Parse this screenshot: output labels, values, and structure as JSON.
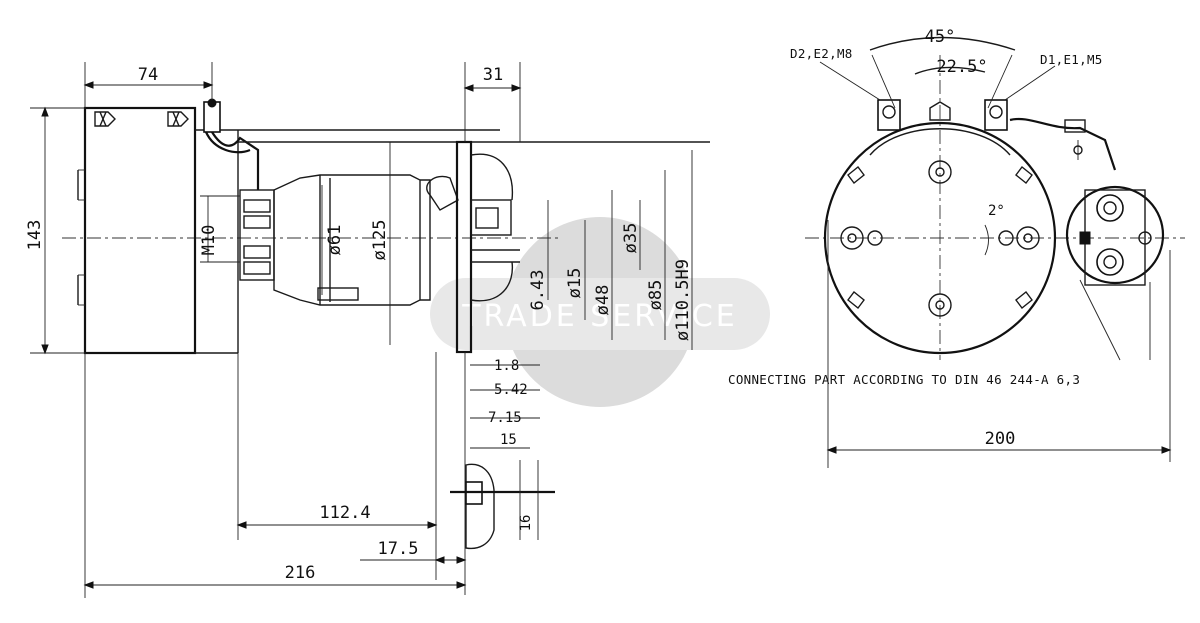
{
  "side_view": {
    "dims": {
      "d74": "74",
      "d31": "31",
      "d143": "143",
      "m10": "M10",
      "dia61": "ø61",
      "dia125": "ø125",
      "d643": "6.43",
      "dia15": "ø15",
      "dia35": "ø35",
      "dia48": "ø48",
      "dia85": "ø85",
      "dia1105": "ø110.5H9",
      "d18": "1.8",
      "d542": "5.42",
      "d715": "7.15",
      "d15": "15",
      "d1124": "112.4",
      "d175": "17.5",
      "d216": "216",
      "d16": "16"
    }
  },
  "front_view": {
    "dims": {
      "angle45": "45°",
      "angle225": "22.5°",
      "angle2": "2°",
      "d200": "200"
    },
    "labels": {
      "terminal_left": "D2,E2,M8",
      "terminal_right": "D1,E1,M5",
      "note": "CONNECTING PART ACCORDING TO DIN 46 244-A 6,3"
    }
  },
  "watermark": {
    "text": "TRADE SERVICE",
    "colors": {
      "circle": "#d9d9d9",
      "band": "#e6e6e6",
      "text": "#ffffff"
    }
  }
}
